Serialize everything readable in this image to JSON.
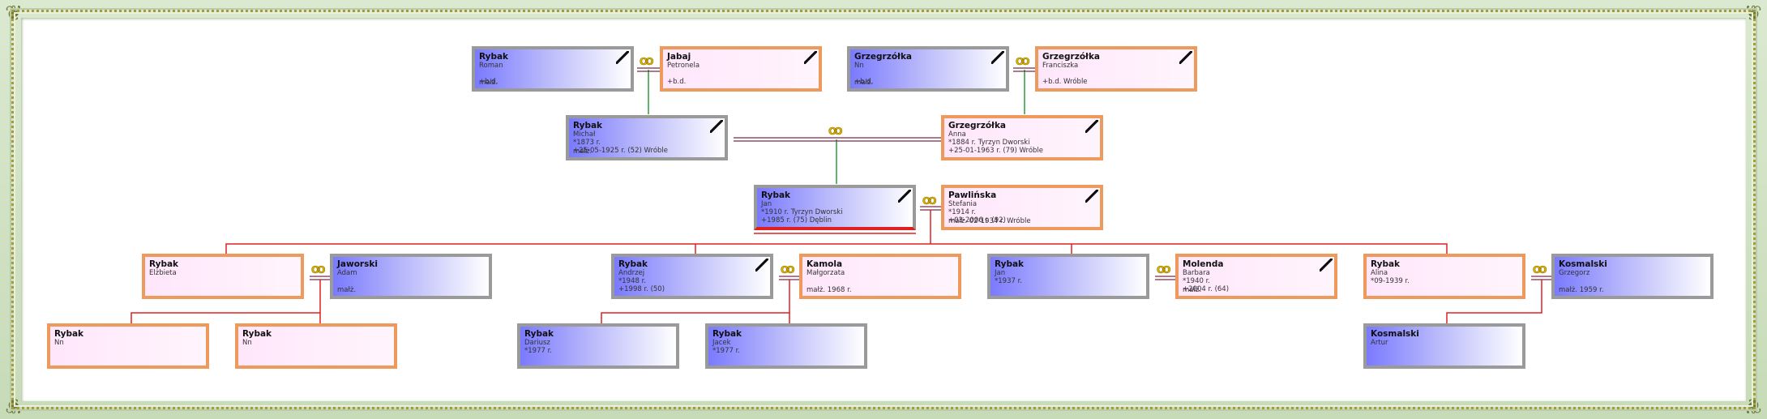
{
  "diagram": {
    "type": "family-tree",
    "marriage_icon": "wedding-rings-icon",
    "deceased_marker": "black-diagonal-ribbon",
    "colors": {
      "male_border": "#9a9a9a",
      "male_fill_start": "#7a7aff",
      "female_border": "#ee9a5c",
      "female_fill_start": "#ffe6fb",
      "ancestor_line": "#2e9e3a",
      "descendant_line": "#e02020",
      "marriage_line": "#7a2a4a",
      "rings": "#e1b900",
      "frame": "#cfe0c2"
    }
  },
  "people": {
    "roman": {
      "surname": "Rybak",
      "given": "Roman",
      "l1": "",
      "l2": "+b.d.",
      "marr": "małż.",
      "deceased": true
    },
    "petronela": {
      "surname": "Jabaj",
      "given": "Petronela",
      "l1": "",
      "l2": "+b.d.",
      "marr": "",
      "deceased": true
    },
    "nn_grz": {
      "surname": "Grzegrzółka",
      "given": "Nn",
      "l1": "",
      "l2": "+b.d.",
      "marr": "małż.",
      "deceased": true
    },
    "franciszka": {
      "surname": "Grzegrzółka",
      "given": "Franciszka",
      "l1": "",
      "l2": "+b.d. Wróble",
      "marr": "",
      "deceased": true
    },
    "michal": {
      "surname": "Rybak",
      "given": "Michał",
      "l1": "*1873 r.",
      "l2": "+25-05-1925 r. (52) Wróble",
      "marr": "małż.",
      "deceased": true
    },
    "anna": {
      "surname": "Grzegrzółka",
      "given": "Anna",
      "l1": "*1884 r. Tyrzyn Dworski",
      "l2": "+25-01-1963 r. (79) Wróble",
      "marr": "",
      "deceased": true
    },
    "jan": {
      "surname": "Rybak",
      "given": "Jan",
      "l1": "*1910 r. Tyrzyn Dworski",
      "l2": "+1985 r. (75) Dęblin",
      "marr": "",
      "deceased": true
    },
    "stefania": {
      "surname": "Pawlińska",
      "given": "Stefania",
      "l1": "*1914 r.",
      "l2": "+03-2006 r. (92)",
      "marr": "małż. 02-1934 r. Wróble",
      "deceased": true
    },
    "elzbieta": {
      "surname": "Rybak",
      "given": "Elżbieta",
      "l1": "",
      "l2": "",
      "marr": "",
      "deceased": false
    },
    "adam": {
      "surname": "Jaworski",
      "given": "Adam",
      "l1": "",
      "l2": "",
      "marr": "małż.",
      "deceased": false
    },
    "andrzej": {
      "surname": "Rybak",
      "given": "Andrzej",
      "l1": "*1948 r.",
      "l2": "+1998 r. (50)",
      "marr": "",
      "deceased": true
    },
    "malgorzata": {
      "surname": "Kamola",
      "given": "Małgorzata",
      "l1": "",
      "l2": "",
      "marr": "małż. 1968 r.",
      "deceased": false
    },
    "jan2": {
      "surname": "Rybak",
      "given": "Jan",
      "l1": "*1937 r.",
      "l2": "",
      "marr": "",
      "deceased": false
    },
    "barbara": {
      "surname": "Molenda",
      "given": "Barbara",
      "l1": "*1940 r.",
      "l2": "+2004 r. (64)",
      "marr": "małż.",
      "deceased": true
    },
    "alina": {
      "surname": "Rybak",
      "given": "Alina",
      "l1": "*09-1939 r.",
      "l2": "",
      "marr": "",
      "deceased": false
    },
    "grzegorz": {
      "surname": "Kosmalski",
      "given": "Grzegorz",
      "l1": "",
      "l2": "",
      "marr": "małż. 1959 r.",
      "deceased": false
    },
    "nn1": {
      "surname": "Rybak",
      "given": "Nn",
      "l1": "",
      "l2": "",
      "marr": "",
      "deceased": false
    },
    "nn2": {
      "surname": "Rybak",
      "given": "Nn",
      "l1": "",
      "l2": "",
      "marr": "",
      "deceased": false
    },
    "dariusz": {
      "surname": "Rybak",
      "given": "Dariusz",
      "l1": "*1977 r.",
      "l2": "",
      "marr": "",
      "deceased": false
    },
    "jacek": {
      "surname": "Rybak",
      "given": "Jacek",
      "l1": "*1977 r.",
      "l2": "",
      "marr": "",
      "deceased": false
    },
    "artur": {
      "surname": "Kosmalski",
      "given": "Artur",
      "l1": "",
      "l2": "",
      "marr": "",
      "deceased": false
    }
  },
  "rings_label": "OO"
}
